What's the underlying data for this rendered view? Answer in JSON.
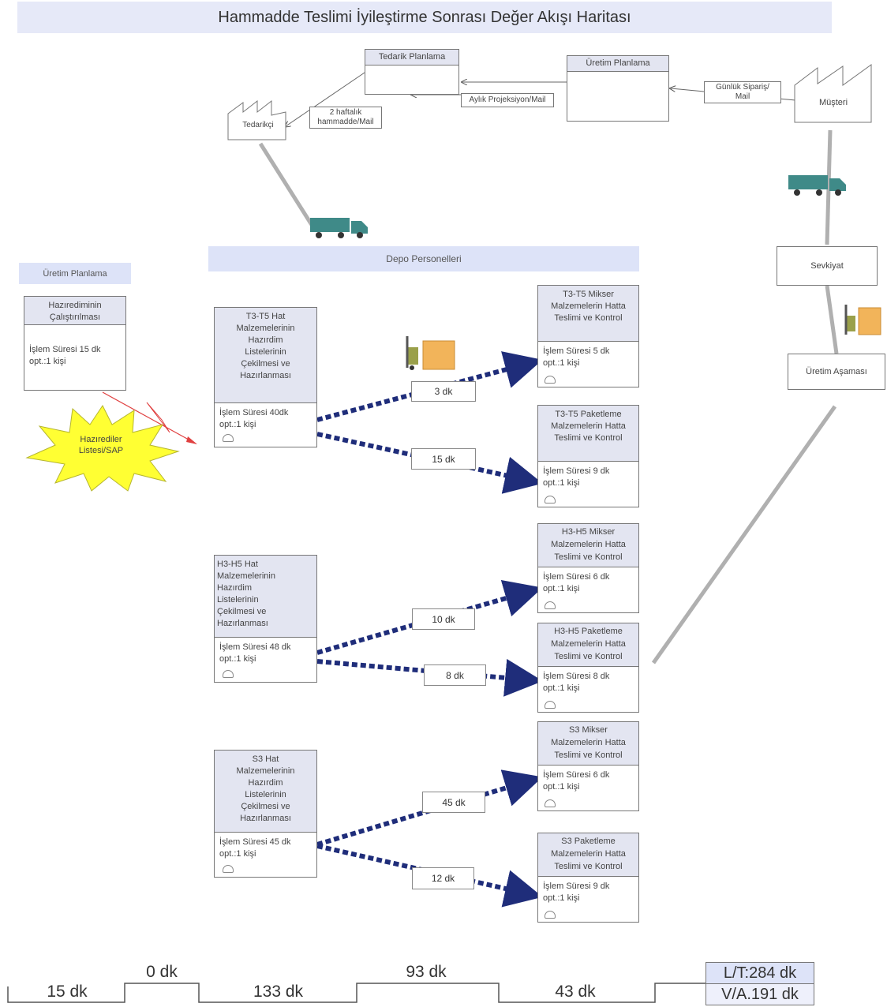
{
  "title": "Hammadde Teslimi İyileştirme Sonrası Değer Akışı Haritası",
  "top": {
    "tedarik_planlama": "Tedarik Planlama",
    "uretim_planlama": "Üretim Planlama",
    "tedarikci": "Tedarikçi",
    "musteri": "Müşteri",
    "haftalik": "2 haftalık\nhammadde/Mail",
    "aylik": "Aylık Projeksiyon/Mail",
    "gunluk": "Günlük Sipariş/\nMail",
    "sevkiyat": "Sevkiyat",
    "uretim_asamasi": "Üretim Aşaması"
  },
  "left": {
    "band": "Üretim Planlama",
    "box_title": "Hazırediminin\nÇalıştırılması",
    "box_body": "İşlem Süresi 15 dk\nopt.:1 kişi",
    "burst": "Hazırediler\nListesi/SAP"
  },
  "depo_band": "Depo Personelleri",
  "sources": [
    {
      "title": "T3-T5 Hat\nMalzemelerinin\nHazırdim\nListelerinin\nÇekilmesi ve\nHazırlanması",
      "body": "İşlem Süresi 40dk\nopt.:1 kişi"
    },
    {
      "title": "H3-H5 Hat\nMalzemelerinin\nHazırdim\nListelerinin\nÇekilmesi ve\nHazırlanması",
      "body": "İşlem Süresi 48 dk\nopt.:1 kişi"
    },
    {
      "title": "S3 Hat\nMalzemelerinin\nHazırdim\nListelerinin\nÇekilmesi ve\nHazırlanması",
      "body": "İşlem Süresi 45 dk\nopt.:1 kişi"
    }
  ],
  "targets": [
    {
      "title": "T3-T5 Mikser\nMalzemelerin Hatta\nTeslimi ve Kontrol",
      "body": "İşlem Süresi 5 dk\nopt.:1 kişi"
    },
    {
      "title": "T3-T5 Paketleme\nMalzemelerin Hatta\nTeslimi ve Kontrol",
      "body": "İşlem Süresi 9 dk\nopt.:1 kişi"
    },
    {
      "title": "H3-H5 Mikser\nMalzemelerin Hatta\nTeslimi ve Kontrol",
      "body": "İşlem Süresi 6 dk\nopt.:1 kişi"
    },
    {
      "title": "H3-H5 Paketleme\nMalzemelerin Hatta\nTeslimi ve Kontrol",
      "body": "İşlem Süresi 8 dk\nopt.:1 kişi"
    },
    {
      "title": "S3 Mikser\nMalzemelerin Hatta\nTeslimi ve Kontrol",
      "body": "İşlem Süresi 6 dk\nopt.:1 kişi"
    },
    {
      "title": "S3 Paketleme\nMalzemelerin Hatta\nTeslimi ve Kontrol",
      "body": "İşlem Süresi 9 dk\nopt.:1 kişi"
    }
  ],
  "transfer_times": [
    "3 dk",
    "15 dk",
    "10 dk",
    "8 dk",
    "45 dk",
    "12 dk"
  ],
  "timeline": {
    "low": [
      "15 dk",
      "133 dk",
      "43 dk"
    ],
    "high": [
      "0 dk",
      "93 dk"
    ],
    "lt": "L/T:284 dk",
    "va": "V/A.191  dk"
  },
  "colors": {
    "arrow": "#1f2d7a",
    "band": "#dde3f8",
    "burst": "#ffff33",
    "truck": "#3f8a88"
  }
}
